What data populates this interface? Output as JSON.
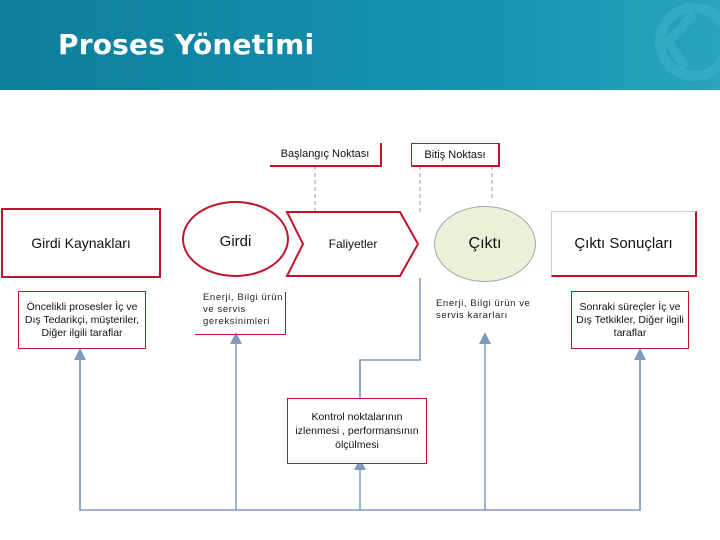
{
  "slide": {
    "title": "Proses Yönetimi",
    "brand_color": "#1591ae"
  },
  "diagram": {
    "start_label": "Başlangıç Noktası",
    "end_label": "Bitiş Noktası",
    "input_sources": "Girdi Kaynakları",
    "input": "Girdi",
    "activities": "Faliyetler",
    "output": "Çıktı",
    "output_results": "Çıktı Sonuçları",
    "input_sources_desc": "Öncelikli prosesler İç ve Dış Tedarikçi, müşteriler, Diğer ilgili taraflar",
    "input_desc": "Enerji, Bilgi ürün ve servis gereksinimleri",
    "output_desc": "Enerji, Bilgi ürün ve servis kararları",
    "results_desc": "Sonraki süreçler İç ve Dış Tetkikler, Diğer ilgili taraflar",
    "control": "Kontrol noktalarının izlenmesi , performansının ölçülmesi",
    "accent_red": "#c0142c",
    "arrow_color": "#7f9cbf"
  }
}
